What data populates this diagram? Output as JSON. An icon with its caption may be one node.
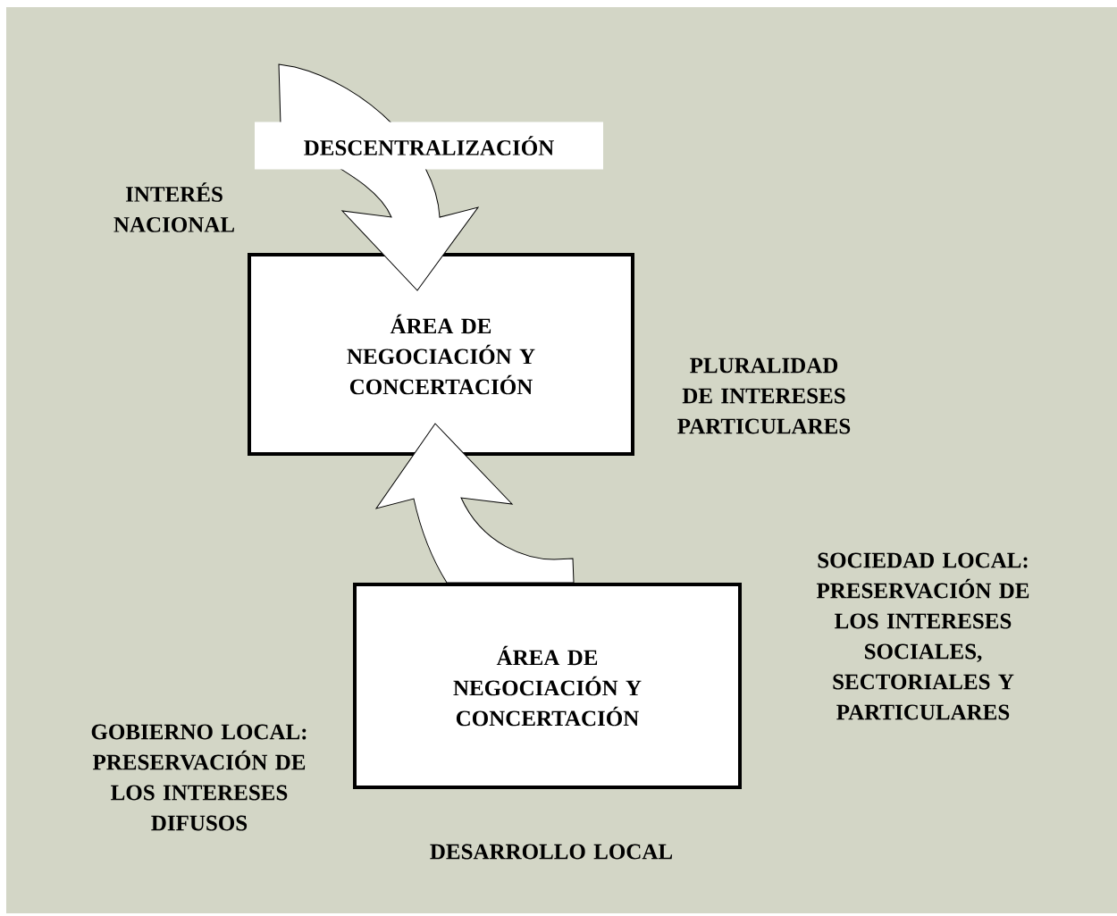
{
  "diagram": {
    "nodes": [
      {
        "text": [
          "ÁREA DE NEGOCIACIÓN Y CONCERTACIÓN"
        ]
      },
      {
        "text": [
          "ÁREA DE NEGOCIACIÓN Y CONCERTACIÓN"
        ]
      }
    ],
    "edges": [
      {
        "from": null,
        "to": 0,
        "arrow": "to",
        "label": "DESCENTRALIZACIÓN"
      },
      {
        "from": 1,
        "to": 0,
        "arrow": "to"
      }
    ],
    "labels": [
      "INTERÉS NACIONAL",
      "PLURALIDAD DE INTERESES PARTICULARES",
      "SOCIEDAD LOCAL: PRESERVACIÓN DE LOS INTERESES SOCIALES, SECTORIALES Y PARTICULARES",
      "GOBIERNO LOCAL: PRESERVACIÓN DE LOS INTERESES DIFUSOS",
      "DESARROLLO LOCAL"
    ]
  }
}
